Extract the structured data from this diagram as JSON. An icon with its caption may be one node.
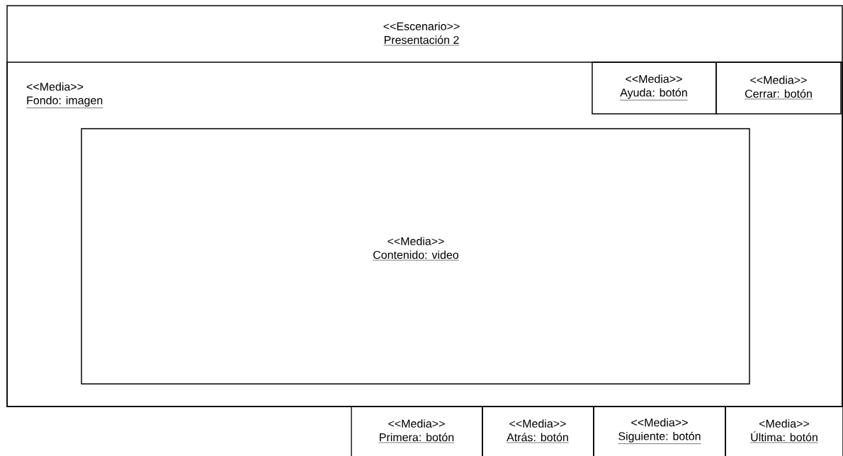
{
  "diagram": {
    "nodes": [
      {
        "text": [
          "<<Escenario>>",
          "Presentación 2"
        ]
      },
      {
        "text": [
          "<<Media>>",
          "Fondo: imagen"
        ],
        "in": 0
      },
      {
        "text": [
          "<<Media>>",
          "Ayuda: botón"
        ],
        "in": 1
      },
      {
        "text": [
          "<<Media>>",
          "Cerrar: botón"
        ],
        "in": 1
      },
      {
        "text": [
          "<<Media>>",
          "Contenido: video"
        ],
        "in": 1
      },
      {
        "text": [
          "<<Media>>",
          "Primera: botón"
        ]
      },
      {
        "text": [
          "<<Media>>",
          "Atrás: botón"
        ]
      },
      {
        "text": [
          "<<Media>>",
          "Siguiente: botón"
        ]
      },
      {
        "text": [
          "<Media>>",
          "Última: botón"
        ]
      }
    ]
  }
}
